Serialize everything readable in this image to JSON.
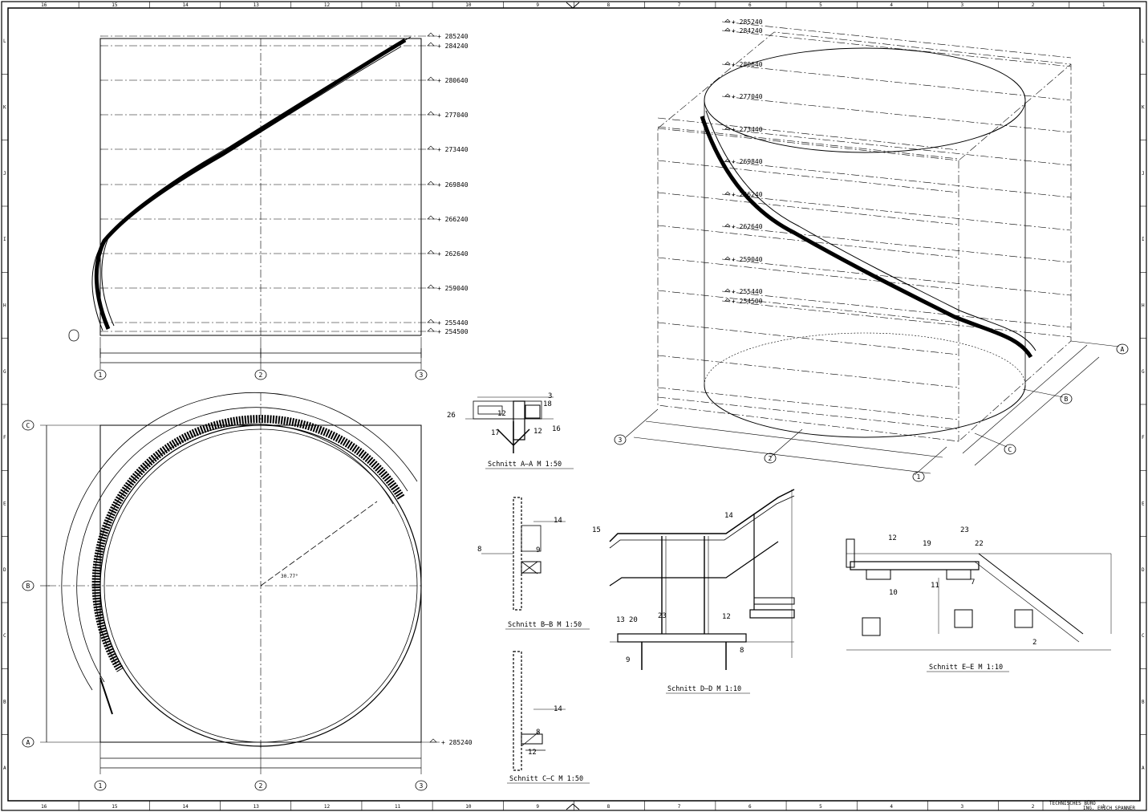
{
  "border": {
    "columns": [
      "16",
      "15",
      "14",
      "13",
      "12",
      "11",
      "10",
      "9",
      "8",
      "7",
      "6",
      "5",
      "4",
      "3",
      "2",
      "1"
    ],
    "rows": [
      "L",
      "K",
      "J",
      "I",
      "H",
      "G",
      "F",
      "E",
      "D",
      "C",
      "B",
      "A"
    ]
  },
  "elevation_view": {
    "levels": [
      "+ 285240",
      "+ 284240",
      "+ 280640",
      "+ 277040",
      "+ 273440",
      "+ 269840",
      "+ 266240",
      "+ 262640",
      "+ 259040",
      "+ 255440",
      "+ 254500"
    ],
    "axes": [
      "1",
      "2",
      "3"
    ]
  },
  "iso_view": {
    "levels": [
      "+ 285240",
      "+ 284240",
      "+ 280640",
      "+ 277040",
      "+ 273440",
      "+ 269840",
      "+ 266240",
      "+ 262640",
      "+ 259040",
      "+ 255440",
      "+ 254500"
    ],
    "axes": [
      "3",
      "2",
      "1",
      "A",
      "B",
      "C"
    ]
  },
  "plan_view": {
    "axes_bottom": [
      "1",
      "2",
      "3"
    ],
    "axes_left": [
      "C",
      "B",
      "A"
    ],
    "level": "+ 285240",
    "angle": "30.77°"
  },
  "sections": {
    "a": "Schnitt A–A   M 1:50",
    "b": "Schnitt B–B   M 1:50",
    "c": "Schnitt C–C   M 1:50",
    "d": "Schnitt D–D   M 1:10",
    "e": "Schnitt E–E   M 1:10"
  },
  "section_marks": {
    "a": [
      "3",
      "12",
      "18",
      "16",
      "12",
      "17",
      "26"
    ],
    "b": [
      "14",
      "8",
      "9"
    ],
    "c": [
      "14",
      "8",
      "12"
    ],
    "d": [
      "14",
      "15",
      "23",
      "12",
      "13",
      "20",
      "9",
      "8"
    ],
    "e": [
      "23",
      "12",
      "19",
      "22",
      "10",
      "11",
      "7",
      "2"
    ]
  },
  "title_block": {
    "office": "TECHNISCHES BÜRO",
    "engineer": "ING. ERICH SPANNER"
  }
}
